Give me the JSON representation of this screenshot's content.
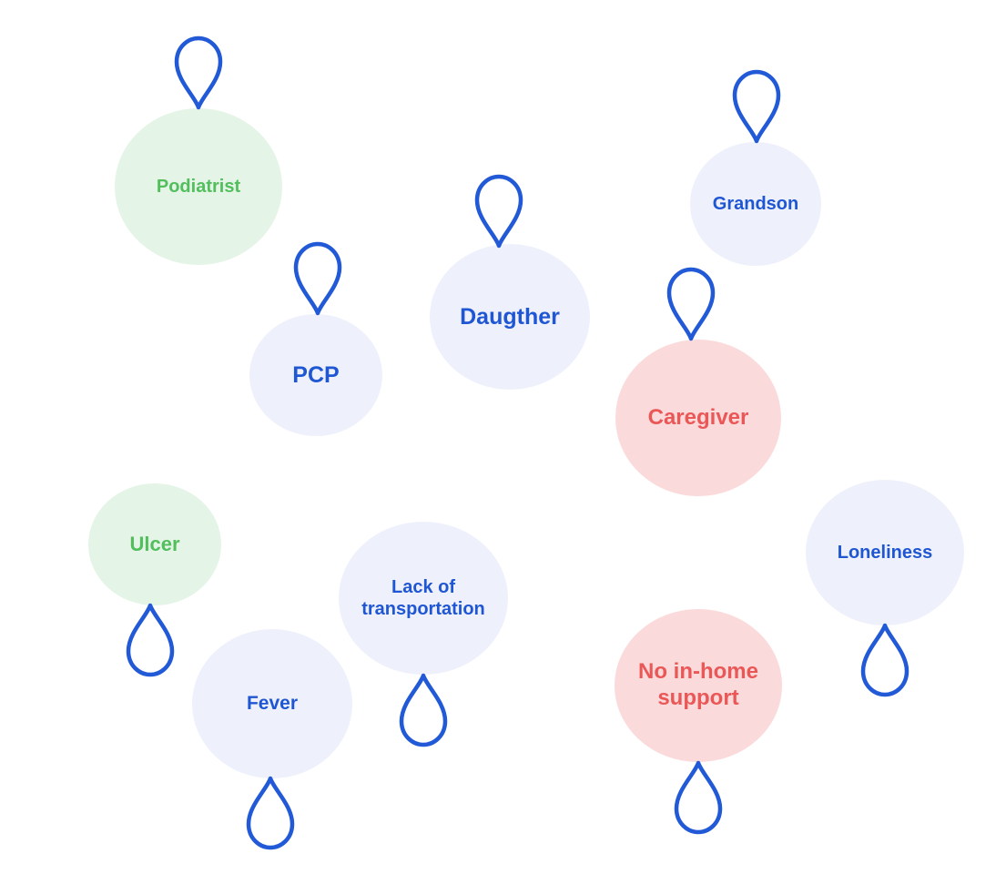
{
  "colors": {
    "pin": "#2159d6",
    "blue_text": "#1f56d3",
    "blue_fill": "#eef1fb",
    "green_text": "#52bf5c",
    "green_fill": "#e4f4e7",
    "red_text": "#ea5757",
    "red_fill": "#fbdadb"
  },
  "nodes": [
    {
      "id": "podiatrist",
      "label": "Podiatrist",
      "tone": "green"
    },
    {
      "id": "grandson",
      "label": "Grandson",
      "tone": "blue"
    },
    {
      "id": "daugther",
      "label": "Daugther",
      "tone": "blue"
    },
    {
      "id": "pcp",
      "label": "PCP",
      "tone": "blue"
    },
    {
      "id": "caregiver",
      "label": "Caregiver",
      "tone": "red"
    },
    {
      "id": "ulcer",
      "label": "Ulcer",
      "tone": "green"
    },
    {
      "id": "lack-of-transportation",
      "label": "Lack of transportation",
      "tone": "blue"
    },
    {
      "id": "fever",
      "label": "Fever",
      "tone": "blue"
    },
    {
      "id": "no-in-home-support",
      "label": "No in-home support",
      "tone": "red"
    },
    {
      "id": "loneliness",
      "label": "Loneliness",
      "tone": "blue"
    }
  ]
}
